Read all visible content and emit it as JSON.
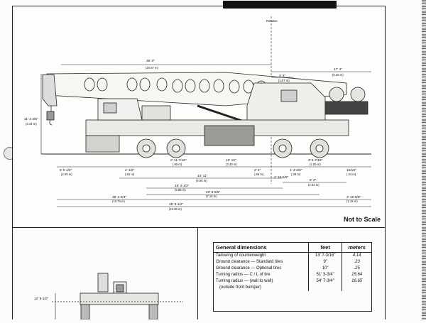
{
  "header": {
    "title_bar": ""
  },
  "drawing": {
    "rotation_label": "Rotation",
    "dimensions": {
      "length_35": "35' 0\"",
      "length_35_m": "(10.67 m)",
      "d_17_4": "17' 4\"",
      "d_17_4_m": "(5.28 m)",
      "d_3_6": "3' 6\"",
      "d_3_6_m": "(1.07 m)",
      "height": "11' 3 3/8\"",
      "height_m": "(3.44 m)",
      "d_6_9": "6' 9 1/2\"",
      "d_6_9_m": "(2.05 m)",
      "d_2_1_2": "2' 1/2\"",
      "d_2_1_2_m": "(.62 m)",
      "d_2_11": "2' 11-7/16\"",
      "d_2_11_m": "(.90 m)",
      "d_10_10": "10' 10\"",
      "d_10_10_m": "(3.30 m)",
      "d_2_2": "2' 2\"",
      "d_2_2_m": "(.66 m)",
      "d_3_57": "3' 5-7/16\"",
      "d_3_57_m": "(1.05 m)",
      "d_1_3_3": "1' 3-3/8\"",
      "d_1_3_3_m": "(.39 m)",
      "d_14_11": "14' 11\"",
      "d_14_11_m": "(4.55 m)",
      "d_8_4": "8' 4\"",
      "d_8_4_m": "(2.54 m)",
      "d_2_1_2b": "2' 1/2\"",
      "d_19_2": "19' 2-1/2\"",
      "d_19_2_m": "(5.85 m)",
      "d_23_6": "23' 6-5/8\"",
      "d_23_6_m": "(7.18 m)",
      "d_35_2": "35' 2-3/4\"",
      "d_35_2_m": "(10.73 m)",
      "d_3_10": "3' 10-5/8\"",
      "d_3_10_m": "(1.18 m)",
      "d_45_9": "45' 9-1/2\"",
      "d_45_9_m": "(13.96 m)",
      "d_15_16": "15/16\"",
      "d_15_16_m": "(.34 m)",
      "d_2_10": "2' 10-5/8\"",
      "lower_dim": "12' 9-1/2\""
    },
    "note": "Not to Scale"
  },
  "table": {
    "headers": [
      "General dimensions",
      "feet",
      "meters"
    ],
    "rows": [
      [
        "Tailswing of counterweight",
        "13' 7-3/16\"",
        "4.14"
      ],
      [
        "Ground clearance — Standard tires",
        "9\"",
        ".23"
      ],
      [
        "Ground clearance — Optional tires",
        "10\"",
        ".25"
      ],
      [
        "Turning radius — C / L of tire",
        "51' 3-3/4\"",
        "15.64"
      ],
      [
        "Turning radius — (wall to wall)",
        "54' 7-3/4\"",
        "16.65"
      ],
      [
        "(outside front bumper)",
        "",
        ""
      ]
    ]
  }
}
